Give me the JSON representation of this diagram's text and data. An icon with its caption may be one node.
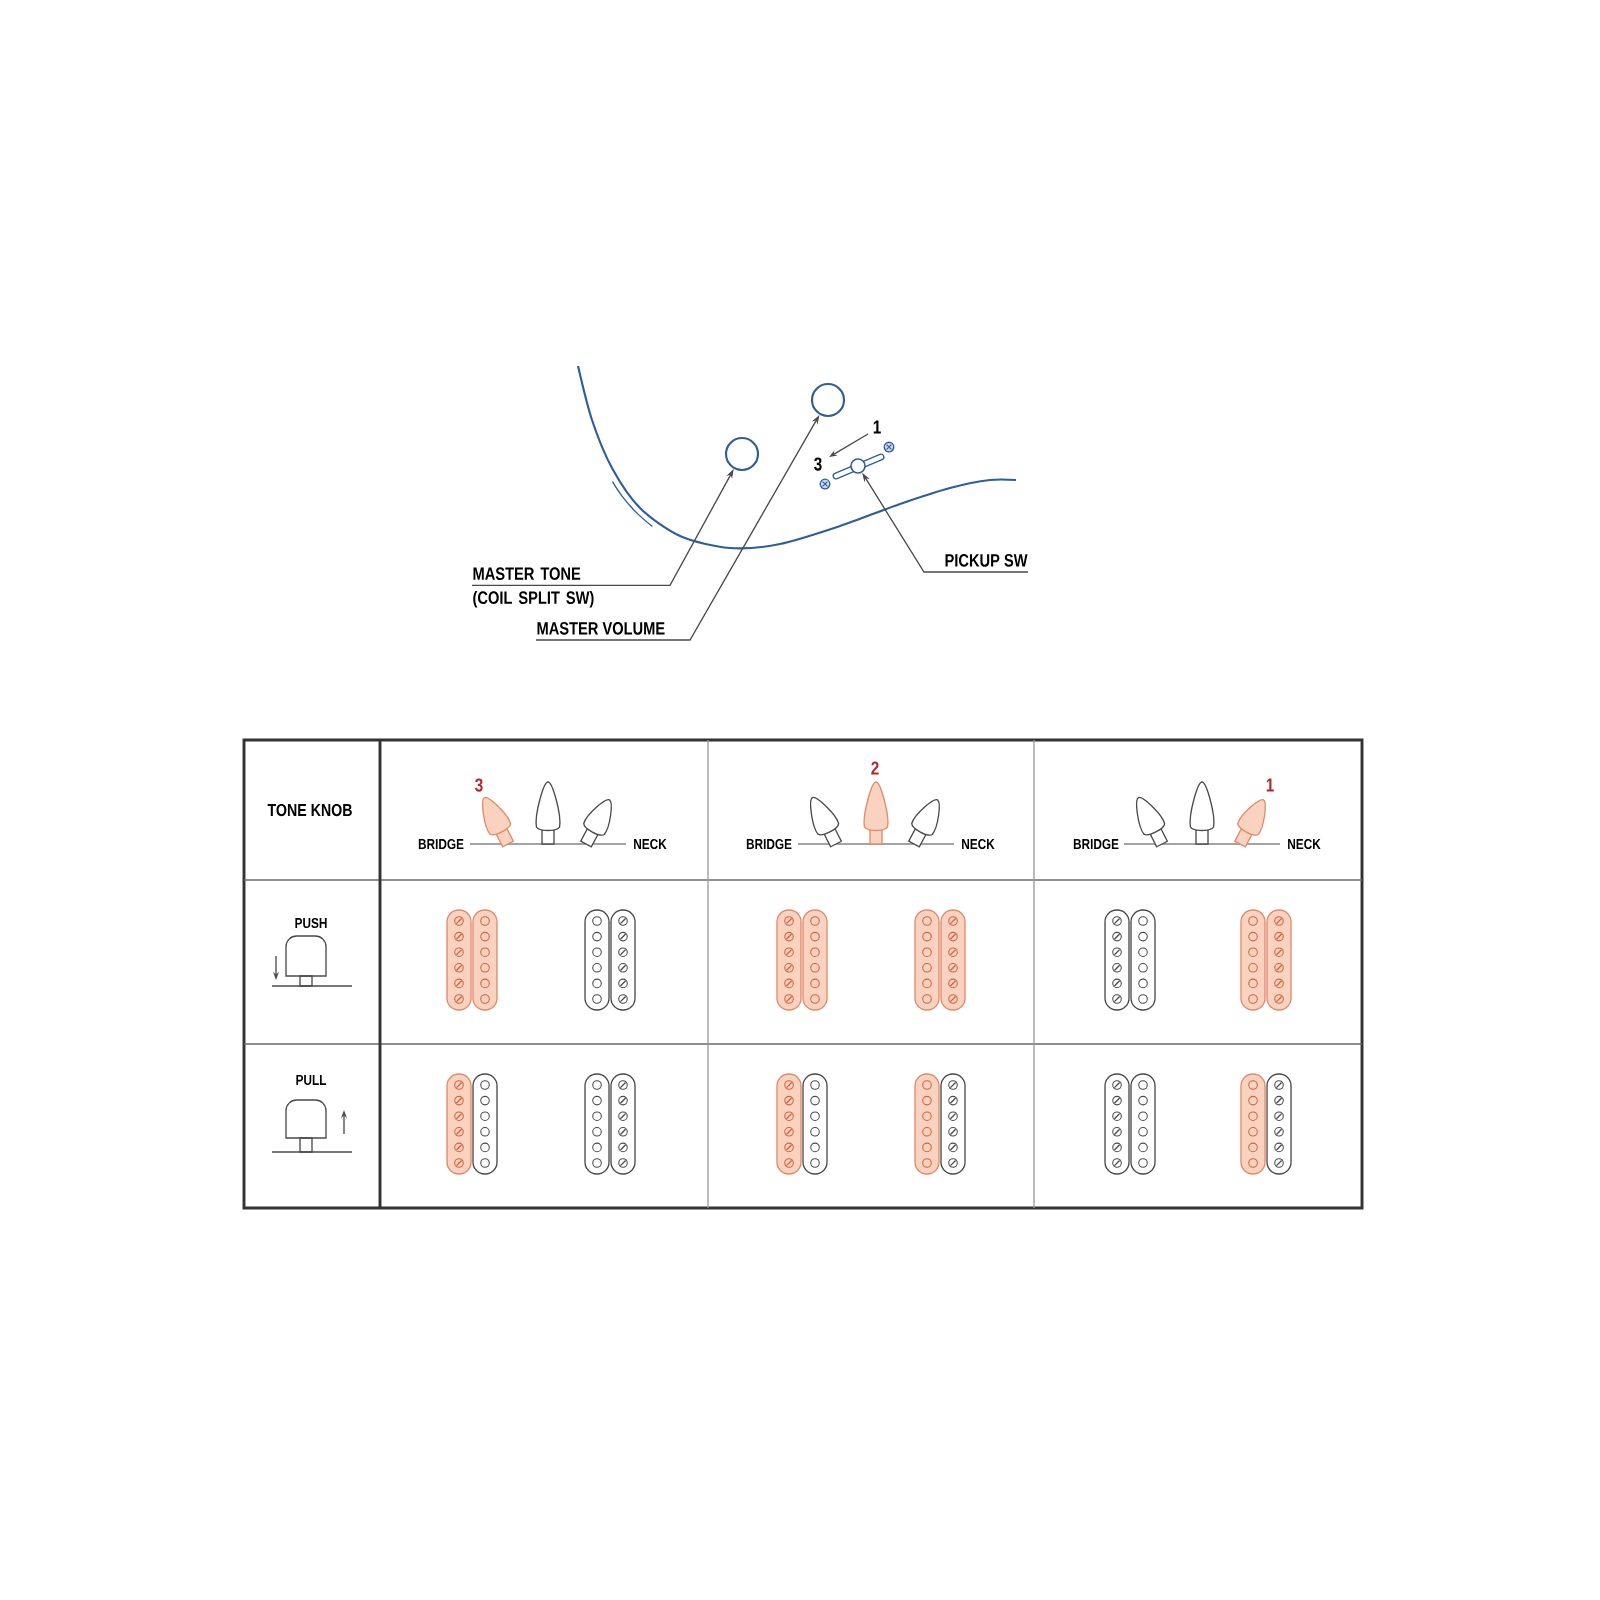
{
  "diagram": {
    "nodes": [
      {
        "text": [
          "MASTER TONE (COIL SPLIT SW)"
        ]
      },
      {
        "text": [
          "MASTER VOLUME"
        ]
      },
      {
        "text": [
          "PICKUP SW"
        ]
      },
      {
        "text": [],
        "shape": "circle"
      },
      {
        "text": [],
        "shape": "circle"
      },
      {
        "text": [],
        "shape": "picture"
      }
    ],
    "edges": [
      {
        "from": 0,
        "to": 3,
        "arrow": "to"
      },
      {
        "from": 1,
        "to": 4,
        "arrow": "to"
      },
      {
        "from": 2,
        "to": 5,
        "arrow": "to"
      }
    ],
    "labels": [
      "1",
      "3",
      "TONE KNOB",
      "3",
      "BRIDGE",
      "NECK",
      "2",
      "BRIDGE",
      "NECK",
      "1",
      "BRIDGE",
      "NECK",
      "PUSH",
      "PULL"
    ]
  }
}
